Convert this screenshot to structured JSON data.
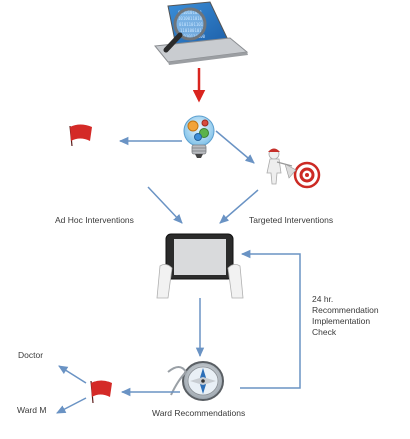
{
  "labels": {
    "ad_hoc": "Ad Hoc Interventions",
    "targeted": "Targeted Interventions",
    "check_line1": "24 hr.",
    "check_line2": "Recommendation",
    "check_line3": "Implementation",
    "check_line4": "Check",
    "ward_recommendations": "Ward Recommendations",
    "doctor": "Doctor",
    "ward_m": "Ward M"
  },
  "icons": {
    "data_analysis": "laptop-magnifier-icon",
    "idea": "gear-lightbulb-icon",
    "flag": "red-flag-icon",
    "target": "target-icon",
    "tablet": "tablet-in-hands-icon",
    "compass": "compass-icon"
  },
  "colors": {
    "arrow": "#6a93c4",
    "main_arrow": "#d9241e",
    "flag": "#d42a27",
    "text": "#3a3a3a"
  }
}
